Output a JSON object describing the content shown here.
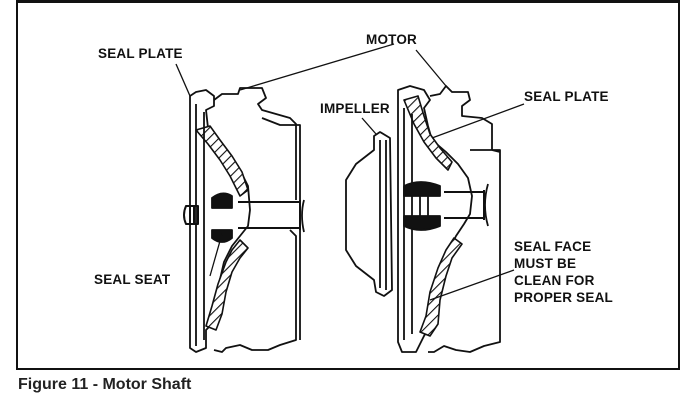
{
  "diagram": {
    "labels": {
      "seal_plate_left": "SEAL PLATE",
      "motor": "MOTOR",
      "impeller": "IMPELLER",
      "seal_plate_right": "SEAL PLATE",
      "seal_seat": "SEAL SEAT",
      "seal_face_line1": "SEAL FACE",
      "seal_face_line2": "MUST BE",
      "seal_face_line3": "CLEAN FOR",
      "seal_face_line4": "PROPER SEAL"
    }
  },
  "caption": "Figure 11 - Motor Shaft"
}
